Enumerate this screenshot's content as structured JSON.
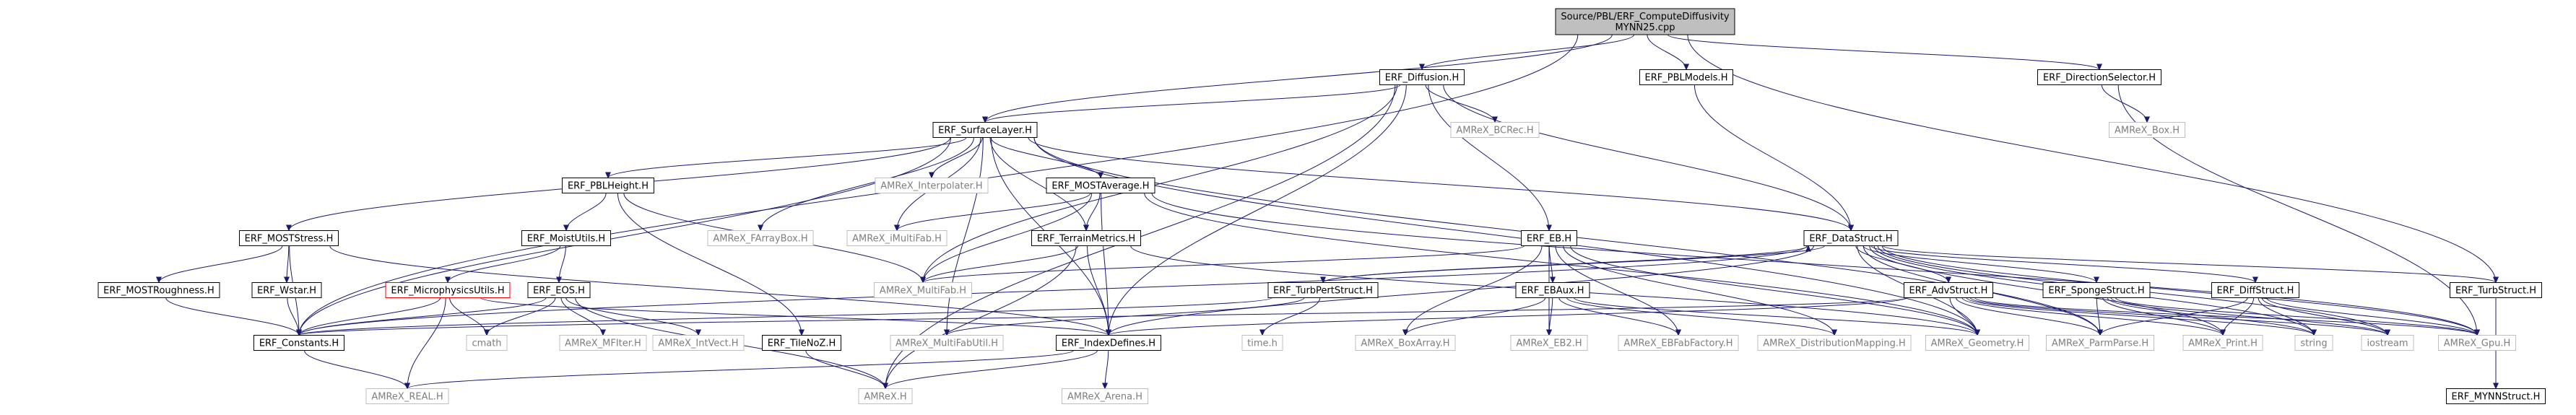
{
  "colors": {
    "edge": "#191970",
    "root_fill": "#bfbfbf",
    "node_stroke": "#000000",
    "node_text": "#000000",
    "system_stroke": "#bfbfbf",
    "system_text": "#7f7f7f",
    "external_stroke": "#ff0000"
  },
  "nodes": [
    {
      "id": "root",
      "lines": [
        "Source/PBL/ERF_ComputeDiffusivity",
        "MYNN25.cpp"
      ],
      "kind": "root"
    },
    {
      "id": "diffusion",
      "lines": [
        "ERF_Diffusion.H"
      ],
      "kind": "normal"
    },
    {
      "id": "pblmodels",
      "lines": [
        "ERF_PBLModels.H"
      ],
      "kind": "normal"
    },
    {
      "id": "dirsel",
      "lines": [
        "ERF_DirectionSelector.H"
      ],
      "kind": "normal"
    },
    {
      "id": "surfacelayer",
      "lines": [
        "ERF_SurfaceLayer.H"
      ],
      "kind": "normal"
    },
    {
      "id": "bcrec",
      "lines": [
        "AMReX_BCRec.H"
      ],
      "kind": "system"
    },
    {
      "id": "amrexbox",
      "lines": [
        "AMReX_Box.H"
      ],
      "kind": "system"
    },
    {
      "id": "pblheight",
      "lines": [
        "ERF_PBLHeight.H"
      ],
      "kind": "normal"
    },
    {
      "id": "interp",
      "lines": [
        "AMReX_Interpolater.H"
      ],
      "kind": "system"
    },
    {
      "id": "mostavg",
      "lines": [
        "ERF_MOSTAverage.H"
      ],
      "kind": "normal"
    },
    {
      "id": "moststress",
      "lines": [
        "ERF_MOSTStress.H"
      ],
      "kind": "normal"
    },
    {
      "id": "moistutils",
      "lines": [
        "ERF_MoistUtils.H"
      ],
      "kind": "normal"
    },
    {
      "id": "farraybox",
      "lines": [
        "AMReX_FArrayBox.H"
      ],
      "kind": "system"
    },
    {
      "id": "imultifab",
      "lines": [
        "AMReX_iMultiFab.H"
      ],
      "kind": "system"
    },
    {
      "id": "terrainmetrics",
      "lines": [
        "ERF_TerrainMetrics.H"
      ],
      "kind": "normal"
    },
    {
      "id": "datastruct",
      "lines": [
        "ERF_DataStruct.H"
      ],
      "kind": "normal"
    },
    {
      "id": "eb",
      "lines": [
        "ERF_EB.H"
      ],
      "kind": "normal"
    },
    {
      "id": "multifab",
      "lines": [
        "AMReX_MultiFab.H"
      ],
      "kind": "system"
    },
    {
      "id": "mostrough",
      "lines": [
        "ERF_MOSTRoughness.H"
      ],
      "kind": "normal"
    },
    {
      "id": "wstar",
      "lines": [
        "ERF_Wstar.H"
      ],
      "kind": "normal"
    },
    {
      "id": "microutils",
      "lines": [
        "ERF_MicrophysicsUtils.H"
      ],
      "kind": "external"
    },
    {
      "id": "eos",
      "lines": [
        "ERF_EOS.H"
      ],
      "kind": "normal"
    },
    {
      "id": "turbpert",
      "lines": [
        "ERF_TurbPertStruct.H"
      ],
      "kind": "normal"
    },
    {
      "id": "ebaux",
      "lines": [
        "ERF_EBAux.H"
      ],
      "kind": "normal"
    },
    {
      "id": "advstruct",
      "lines": [
        "ERF_AdvStruct.H"
      ],
      "kind": "normal"
    },
    {
      "id": "spongestruct",
      "lines": [
        "ERF_SpongeStruct.H"
      ],
      "kind": "normal"
    },
    {
      "id": "diffstruct",
      "lines": [
        "ERF_DiffStruct.H"
      ],
      "kind": "normal"
    },
    {
      "id": "turbstruct",
      "lines": [
        "ERF_TurbStruct.H"
      ],
      "kind": "normal"
    },
    {
      "id": "constants",
      "lines": [
        "ERF_Constants.H"
      ],
      "kind": "normal"
    },
    {
      "id": "cmath",
      "lines": [
        "cmath"
      ],
      "kind": "system"
    },
    {
      "id": "mfilter",
      "lines": [
        "AMReX_MFIter.H"
      ],
      "kind": "system"
    },
    {
      "id": "intvect",
      "lines": [
        "AMReX_IntVect.H"
      ],
      "kind": "system"
    },
    {
      "id": "tilenoz",
      "lines": [
        "ERF_TileNoZ.H"
      ],
      "kind": "normal"
    },
    {
      "id": "multifabutil",
      "lines": [
        "AMReX_MultiFabUtil.H"
      ],
      "kind": "system"
    },
    {
      "id": "indexdefines",
      "lines": [
        "ERF_IndexDefines.H"
      ],
      "kind": "normal"
    },
    {
      "id": "timeh",
      "lines": [
        "time.h"
      ],
      "kind": "system"
    },
    {
      "id": "boxarray",
      "lines": [
        "AMReX_BoxArray.H"
      ],
      "kind": "system"
    },
    {
      "id": "eb2",
      "lines": [
        "AMReX_EB2.H"
      ],
      "kind": "system"
    },
    {
      "id": "ebfab",
      "lines": [
        "AMReX_EBFabFactory.H"
      ],
      "kind": "system"
    },
    {
      "id": "distmap",
      "lines": [
        "AMReX_DistributionMapping.H"
      ],
      "kind": "system"
    },
    {
      "id": "geometry",
      "lines": [
        "AMReX_Geometry.H"
      ],
      "kind": "system"
    },
    {
      "id": "parmparse",
      "lines": [
        "AMReX_ParmParse.H"
      ],
      "kind": "system"
    },
    {
      "id": "print",
      "lines": [
        "AMReX_Print.H"
      ],
      "kind": "system"
    },
    {
      "id": "string",
      "lines": [
        "string"
      ],
      "kind": "system"
    },
    {
      "id": "iostream",
      "lines": [
        "iostream"
      ],
      "kind": "system"
    },
    {
      "id": "gpu",
      "lines": [
        "AMReX_Gpu.H"
      ],
      "kind": "system"
    },
    {
      "id": "mynnstruct",
      "lines": [
        "ERF_MYNNStruct.H"
      ],
      "kind": "normal"
    },
    {
      "id": "real",
      "lines": [
        "AMReX_REAL.H"
      ],
      "kind": "system"
    },
    {
      "id": "amrexh",
      "lines": [
        "AMReX.H"
      ],
      "kind": "system"
    },
    {
      "id": "arena",
      "lines": [
        "AMReX_Arena.H"
      ],
      "kind": "system"
    }
  ],
  "edges": [
    [
      "root",
      "diffusion"
    ],
    [
      "root",
      "pblmodels"
    ],
    [
      "root",
      "dirsel"
    ],
    [
      "root",
      "surfacelayer"
    ],
    [
      "root",
      "constants"
    ],
    [
      "root",
      "turbstruct"
    ],
    [
      "diffusion",
      "surfacelayer"
    ],
    [
      "diffusion",
      "bcrec"
    ],
    [
      "diffusion",
      "eb"
    ],
    [
      "diffusion",
      "datastruct"
    ],
    [
      "diffusion",
      "indexdefines"
    ],
    [
      "diffusion",
      "multifab"
    ],
    [
      "diffusion",
      "amrexh"
    ],
    [
      "pblmodels",
      "datastruct"
    ],
    [
      "dirsel",
      "amrexbox"
    ],
    [
      "dirsel",
      "gpu"
    ],
    [
      "surfacelayer",
      "pblheight"
    ],
    [
      "surfacelayer",
      "interp"
    ],
    [
      "surfacelayer",
      "mostavg"
    ],
    [
      "surfacelayer",
      "moststress"
    ],
    [
      "surfacelayer",
      "farraybox"
    ],
    [
      "surfacelayer",
      "imultifab"
    ],
    [
      "surfacelayer",
      "terrainmetrics"
    ],
    [
      "surfacelayer",
      "datastruct"
    ],
    [
      "surfacelayer",
      "constants"
    ],
    [
      "surfacelayer",
      "multifabutil"
    ],
    [
      "surfacelayer",
      "indexdefines"
    ],
    [
      "surfacelayer",
      "geometry"
    ],
    [
      "surfacelayer",
      "parmparse"
    ],
    [
      "pblheight",
      "moistutils"
    ],
    [
      "pblheight",
      "tilenoz"
    ],
    [
      "pblheight",
      "multifab"
    ],
    [
      "mostavg",
      "imultifab"
    ],
    [
      "mostavg",
      "terrainmetrics"
    ],
    [
      "mostavg",
      "multifab"
    ],
    [
      "mostavg",
      "indexdefines"
    ],
    [
      "mostavg",
      "geometry"
    ],
    [
      "mostavg",
      "gpu"
    ],
    [
      "moststress",
      "mostrough"
    ],
    [
      "moststress",
      "wstar"
    ],
    [
      "moststress",
      "constants"
    ],
    [
      "moststress",
      "indexdefines"
    ],
    [
      "moistutils",
      "microutils"
    ],
    [
      "moistutils",
      "eos"
    ],
    [
      "terrainmetrics",
      "indexdefines"
    ],
    [
      "terrainmetrics",
      "amrexh"
    ],
    [
      "terrainmetrics",
      "multifab"
    ],
    [
      "terrainmetrics",
      "geometry"
    ],
    [
      "datastruct",
      "constants"
    ],
    [
      "datastruct",
      "turbpert"
    ],
    [
      "datastruct",
      "advstruct"
    ],
    [
      "datastruct",
      "spongestruct"
    ],
    [
      "datastruct",
      "diffstruct"
    ],
    [
      "datastruct",
      "turbstruct"
    ],
    [
      "datastruct",
      "indexdefines"
    ],
    [
      "datastruct",
      "geometry"
    ],
    [
      "datastruct",
      "parmparse"
    ],
    [
      "datastruct",
      "print"
    ],
    [
      "datastruct",
      "string"
    ],
    [
      "datastruct",
      "iostream"
    ],
    [
      "datastruct",
      "gpu"
    ],
    [
      "eb",
      "ebaux"
    ],
    [
      "eb",
      "boxarray"
    ],
    [
      "eb",
      "eb2"
    ],
    [
      "eb",
      "ebfab"
    ],
    [
      "eb",
      "distmap"
    ],
    [
      "eb",
      "geometry"
    ],
    [
      "eb",
      "multifab"
    ],
    [
      "mostrough",
      "constants"
    ],
    [
      "wstar",
      "constants"
    ],
    [
      "microutils",
      "constants"
    ],
    [
      "microutils",
      "cmath"
    ],
    [
      "microutils",
      "real"
    ],
    [
      "microutils",
      "indexdefines"
    ],
    [
      "eos",
      "constants"
    ],
    [
      "eos",
      "cmath"
    ],
    [
      "eos",
      "mfilter"
    ],
    [
      "eos",
      "intvect"
    ],
    [
      "eos",
      "amrexh"
    ],
    [
      "turbpert",
      "datastruct"
    ],
    [
      "turbpert",
      "timeh"
    ],
    [
      "turbpert",
      "constants"
    ],
    [
      "turbpert",
      "multifabutil"
    ],
    [
      "ebaux",
      "boxarray"
    ],
    [
      "ebaux",
      "ebfab"
    ],
    [
      "ebaux",
      "eb2"
    ],
    [
      "ebaux",
      "distmap"
    ],
    [
      "ebaux",
      "geometry"
    ],
    [
      "advstruct",
      "constants"
    ],
    [
      "advstruct",
      "indexdefines"
    ],
    [
      "advstruct",
      "geometry"
    ],
    [
      "advstruct",
      "parmparse"
    ],
    [
      "advstruct",
      "print"
    ],
    [
      "advstruct",
      "string"
    ],
    [
      "advstruct",
      "iostream"
    ],
    [
      "advstruct",
      "gpu"
    ],
    [
      "spongestruct",
      "parmparse"
    ],
    [
      "spongestruct",
      "print"
    ],
    [
      "spongestruct",
      "string"
    ],
    [
      "spongestruct",
      "iostream"
    ],
    [
      "spongestruct",
      "gpu"
    ],
    [
      "diffstruct",
      "parmparse"
    ],
    [
      "diffstruct",
      "print"
    ],
    [
      "diffstruct",
      "string"
    ],
    [
      "diffstruct",
      "iostream"
    ],
    [
      "diffstruct",
      "gpu"
    ],
    [
      "turbstruct",
      "mynnstruct"
    ],
    [
      "constants",
      "real"
    ],
    [
      "tilenoz",
      "amrexh"
    ],
    [
      "indexdefines",
      "real"
    ],
    [
      "indexdefines",
      "amrexh"
    ],
    [
      "indexdefines",
      "arena"
    ]
  ]
}
